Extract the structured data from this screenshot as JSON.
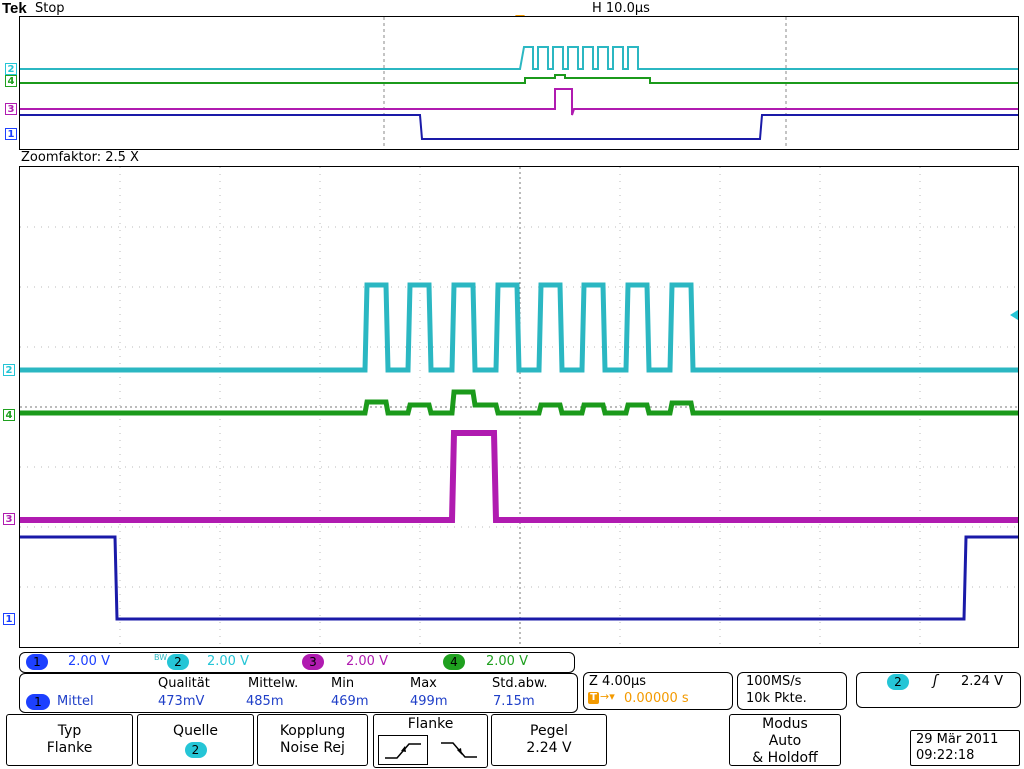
{
  "header": {
    "brand": "Tek",
    "state": "Stop",
    "horizontal": "H 10.0µs",
    "trigger_marker": "T"
  },
  "overview": {
    "zoom_label": "Zoomfaktor: 2.5 X"
  },
  "channels": [
    {
      "id": "1",
      "scale": "2.00 V",
      "color": "#1a1aa8",
      "marker_color": "#1d40ff"
    },
    {
      "id": "2",
      "scale": "2.00 V",
      "color": "#2bb7c2",
      "marker_color": "#25c5d6",
      "bw_label": "BW"
    },
    {
      "id": "3",
      "scale": "2.00 V",
      "color": "#b01bb0",
      "marker_color": "#b01bb0"
    },
    {
      "id": "4",
      "scale": "2.00 V",
      "color": "#1b9a1b",
      "marker_color": "#1fa01f"
    }
  ],
  "measurement": {
    "channel": "1",
    "name": "Mittel",
    "headers": [
      "Qualität",
      "Mittelw.",
      "Min",
      "Max",
      "Std.abw."
    ],
    "values": [
      "473mV",
      "485m",
      "469m",
      "499m",
      "7.15m"
    ]
  },
  "timebase": {
    "zoom": "Z 4.00µs",
    "trigger_pos": "0.00000 s",
    "sample_rate": "100MS/s",
    "record_length": "10k Pkte."
  },
  "trigger": {
    "channel": "2",
    "slope_symbol": "ʃ",
    "level": "2.24 V"
  },
  "menu": {
    "typ": [
      "Typ",
      "Flanke"
    ],
    "quelle_label": "Quelle",
    "quelle_value": "2",
    "kopplung": [
      "Kopplung",
      "Noise Rej"
    ],
    "flanke_label": "Flanke",
    "pegel": [
      "Pegel",
      "2.24 V"
    ],
    "modus": [
      "Modus",
      "Auto",
      "& Holdoff"
    ]
  },
  "datetime": {
    "date": "29 Mär 2011",
    "time": "09:22:18"
  }
}
